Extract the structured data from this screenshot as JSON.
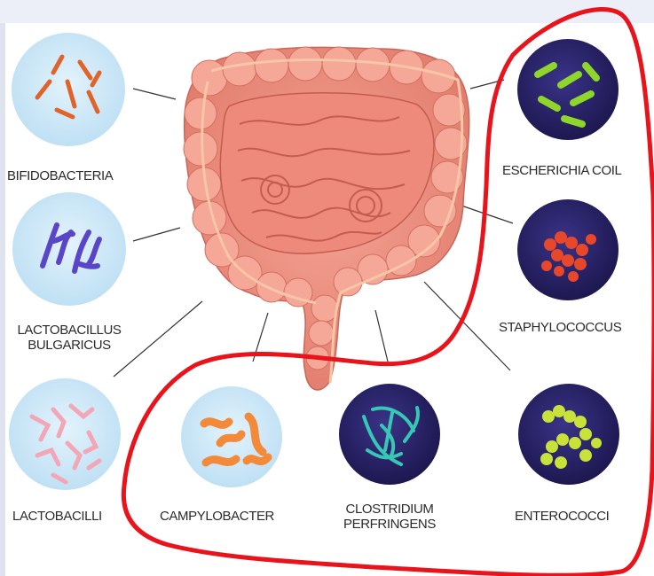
{
  "bacteria": {
    "bifidobacteria": "BIFIDOBACTERIA",
    "lactobacillus_bulgaricus": [
      "LACTOBACILLUS",
      "BULGARICUS"
    ],
    "lactobacilli": "LACTOBACILLI",
    "campylobacter": "CAMPYLOBACTER",
    "clostridium_perfringens": [
      "CLOSTRIDIUM",
      "PERFRINGENS"
    ],
    "enterococci": "ENTEROCOCCI",
    "escherichia_coil": "ESCHERICHIA COIL",
    "staphylococcus": "STAPHYLOCOCCUS"
  },
  "colors": {
    "good_circle": "#cfe8f8",
    "bad_circle": "#2a2466",
    "intestine": "#ef8f7f",
    "annotation": "#e8131b"
  },
  "annotation": "red-freehand-outline-around-harmful-bacteria"
}
